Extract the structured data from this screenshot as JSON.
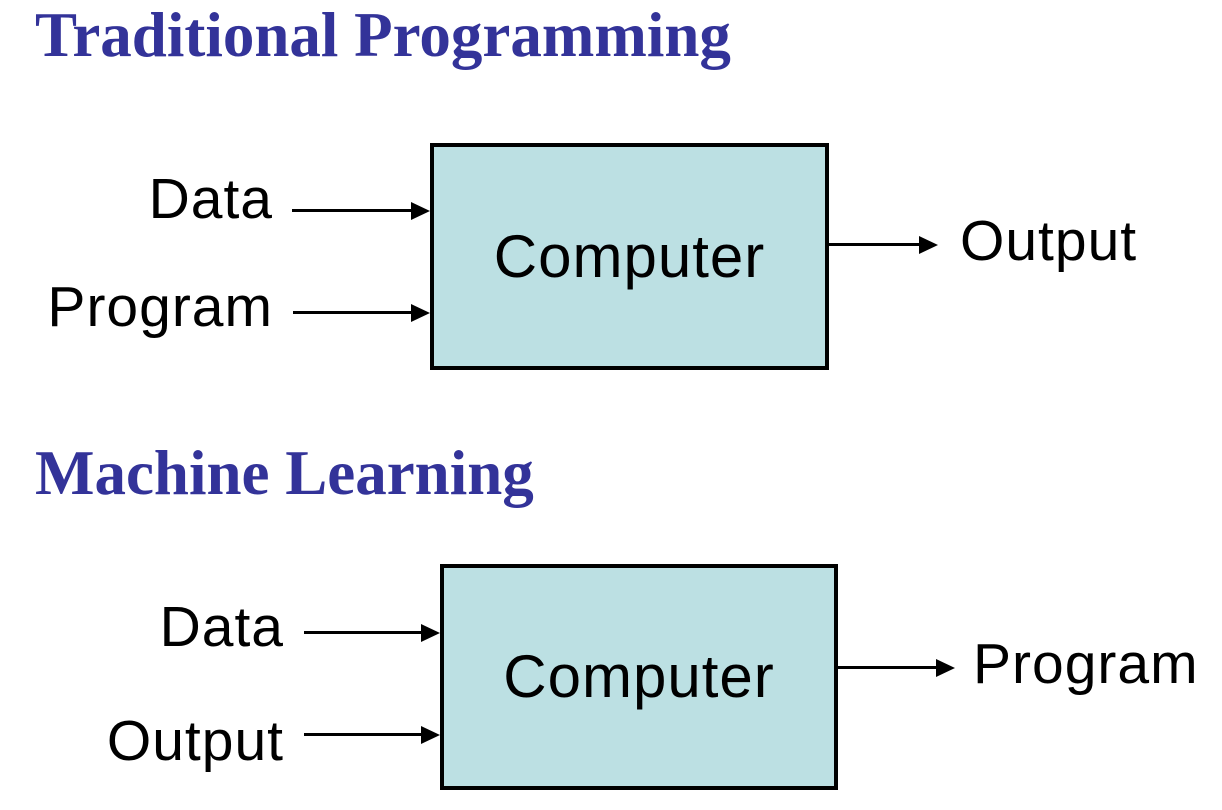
{
  "colors": {
    "background": "#ffffff",
    "heading_text": "#333399",
    "box_fill": "#BCE0E3",
    "box_border": "#000000",
    "arrow": "#000000",
    "label_text": "#000000"
  },
  "sections": [
    {
      "heading": "Traditional Programming",
      "box_label": "Computer",
      "inputs": [
        "Data",
        "Program"
      ],
      "output": "Output"
    },
    {
      "heading": "Machine Learning",
      "box_label": "Computer",
      "inputs": [
        "Data",
        "Output"
      ],
      "output": "Program"
    }
  ]
}
